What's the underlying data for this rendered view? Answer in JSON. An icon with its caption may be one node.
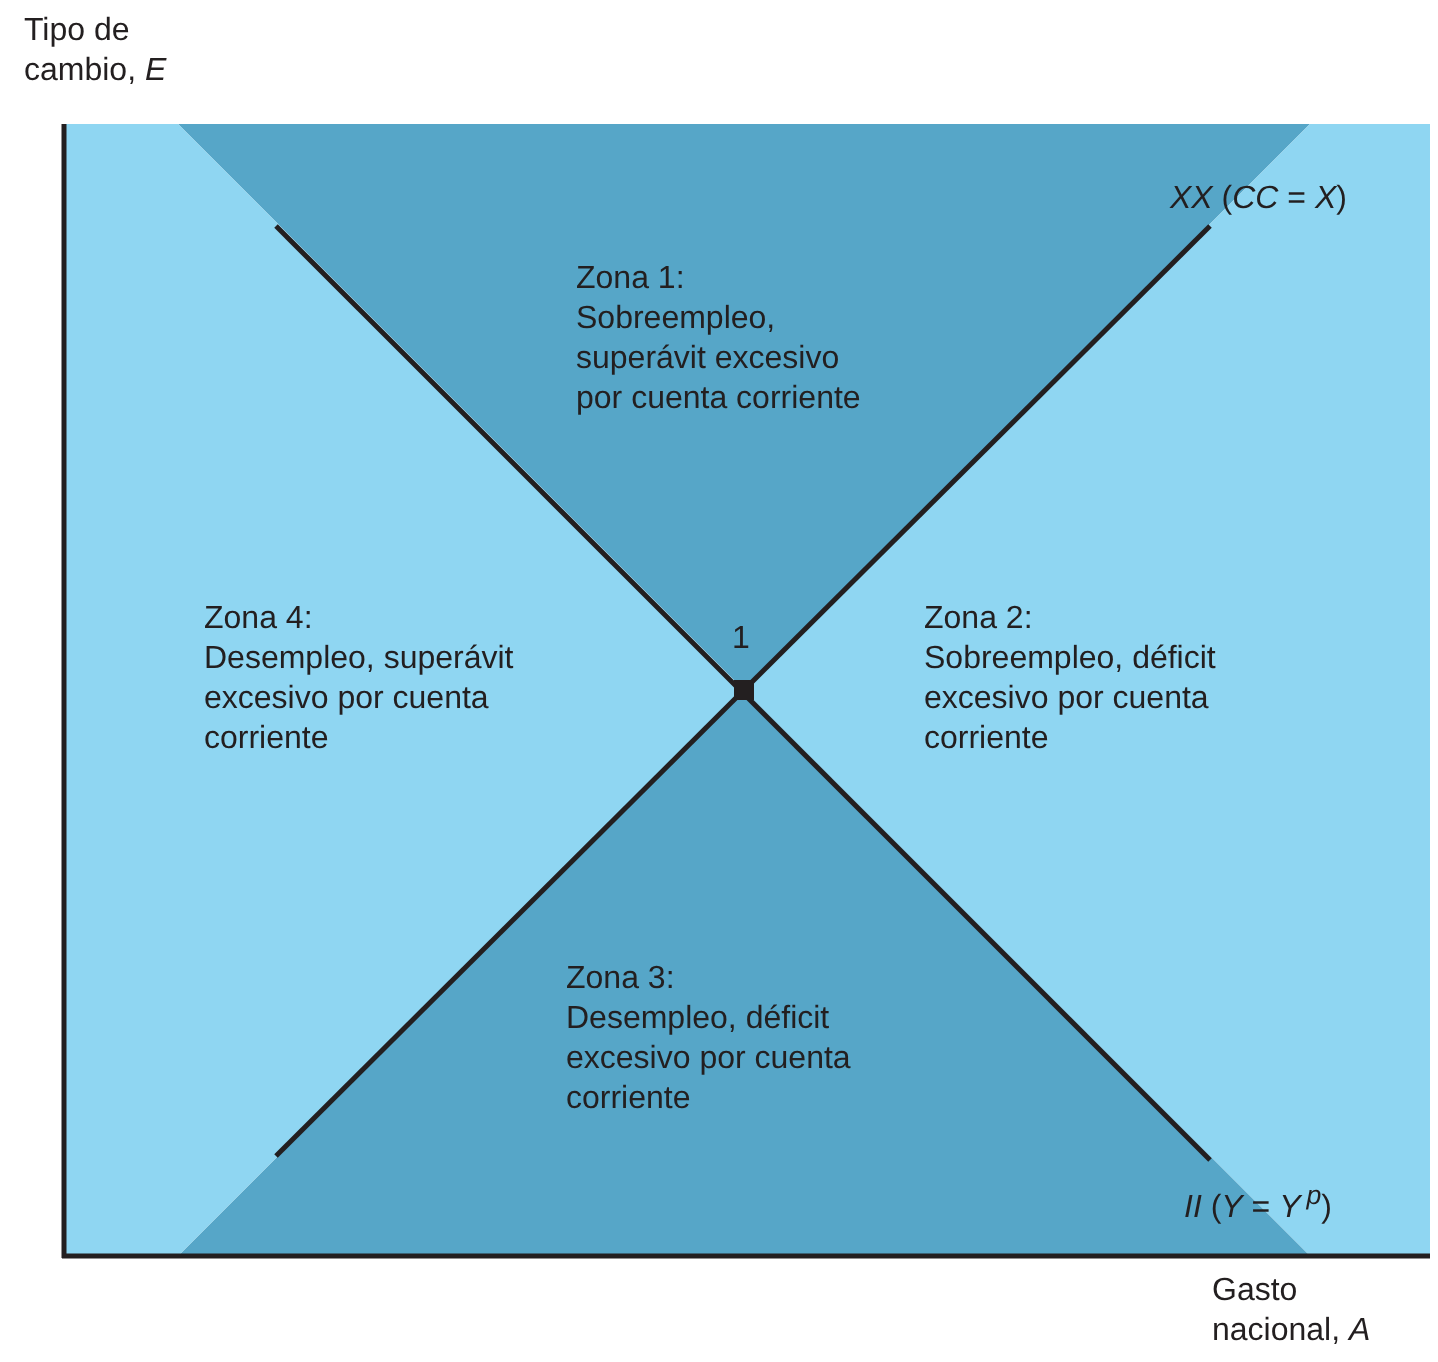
{
  "diagram": {
    "nodes": [
      {
        "text": [
          "Zona 1:",
          "Sobreempleo, superávit excesivo por cuenta corriente"
        ]
      },
      {
        "text": [
          "Zona 2:",
          "Sobreempleo, déficit excesivo por cuenta corriente"
        ]
      },
      {
        "text": [
          "Zona 3:",
          "Desempleo, déficit excesivo por cuenta corriente"
        ]
      },
      {
        "text": [
          "Zona 4:",
          "Desempleo, superávit excesivo por cuenta corriente"
        ]
      }
    ],
    "edges": [],
    "labels": [
      "Tipo de cambio, *E*",
      "*XX* (*CC* = *X*)",
      "1",
      "*II* (*Y* = *Y*$^{p}$)",
      "Gasto nacional, *A*"
    ]
  }
}
